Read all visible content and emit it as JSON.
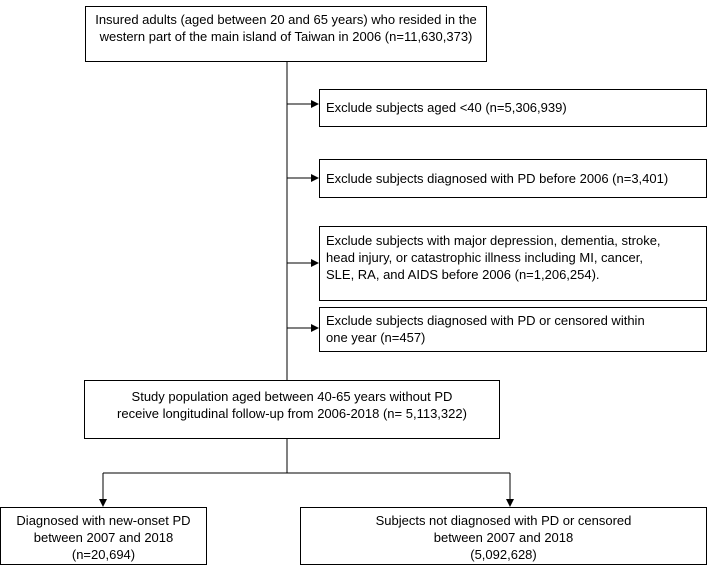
{
  "flowchart": {
    "top_box": "Insured adults (aged between 20 and 65 years) who resided in the\nwestern part of the main island of Taiwan in 2006 (n=11,630,373)",
    "exclusions": [
      "Exclude subjects aged <40 (n=5,306,939)",
      "Exclude subjects diagnosed with PD before 2006 (n=3,401)",
      "Exclude subjects with major depression, dementia, stroke,\nhead injury, or catastrophic illness including MI, cancer,\nSLE, RA, and AIDS before 2006 (n=1,206,254).",
      "Exclude subjects diagnosed with PD or censored within\none year (n=457)"
    ],
    "study_population": "Study population aged between 40-65 years without PD\nreceive longitudinal follow-up from 2006-2018 (n= 5,113,322)",
    "outcome_pd": "Diagnosed with new-onset PD\nbetween 2007 and 2018\n(n=20,694)",
    "outcome_no_pd": "Subjects not diagnosed with PD or censored\nbetween 2007 and 2018\n(5,092,628)"
  },
  "colors": {
    "line": "#000000",
    "background": "#ffffff"
  }
}
